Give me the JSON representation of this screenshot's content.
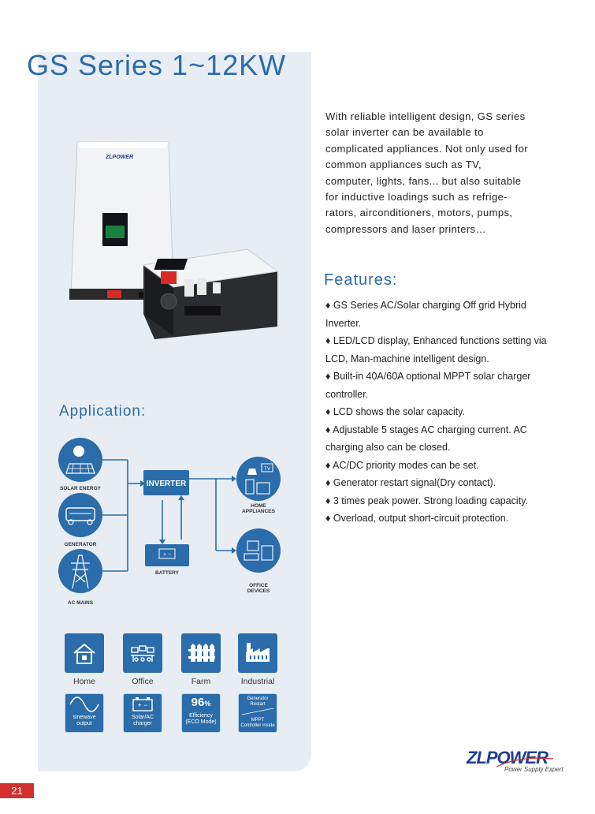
{
  "title": "GS Series 1~12KW",
  "intro": "With reliable intelligent design, GS series solar inverter can be available to complicated appliances. Not only used for common appliances such as TV, computer, lights, fans... but also suitable for inductive loadings such as refrige-rators, airconditioners, motors, pumps, compressors and laser printers…",
  "features": {
    "heading": "Features:",
    "items": [
      "♦ GS Series AC/Solar charging Off grid Hybrid Inverter.",
      "♦ LED/LCD display, Enhanced functions setting via LCD, Man-machine intelligent design.",
      "♦ Built-in 40A/60A optional MPPT solar charger controller.",
      "♦ LCD shows the solar capacity.",
      "♦ Adjustable 5 stages AC charging current. AC charging also can be closed.",
      "♦ AC/DC priority modes can be set.",
      "♦ Generator restart signal(Dry contact).",
      "♦ 3 times peak power. Strong loading capacity.",
      "♦ Overload, output short-circuit protection."
    ]
  },
  "product": {
    "brand": "ZLPOWER"
  },
  "application": {
    "heading": "Application:",
    "sources": [
      "SOLAR ENERGY",
      "GENERATOR",
      "AC MAINS"
    ],
    "inverter": "INVERTER",
    "battery": "BATTERY",
    "battery_symbol": "+ −",
    "tv_label": "TV",
    "loads": [
      "HOME",
      "APPLIANCES",
      "OFFICE",
      "DEVICES"
    ]
  },
  "tiles": [
    "Home",
    "Office",
    "Farm",
    "Industrial"
  ],
  "specs": {
    "sine": [
      "sinewave",
      "output"
    ],
    "solar_symbol": "+ −",
    "solar": [
      "Solar/AC",
      "charger"
    ],
    "eff_value": "96",
    "eff_unit": "%",
    "eff": [
      "Efficiency",
      "(ECO Mode)"
    ],
    "gen": [
      "Generator",
      "Restart"
    ],
    "mppt": [
      "MPPT",
      "Controller inside"
    ]
  },
  "logo": {
    "text": "ZLPOWER",
    "tagline": "Power Supply Expert"
  },
  "page_number": "21",
  "colors": {
    "accent": "#2b6cab",
    "panel": "#e8edf4",
    "page_tab": "#d0312d"
  }
}
